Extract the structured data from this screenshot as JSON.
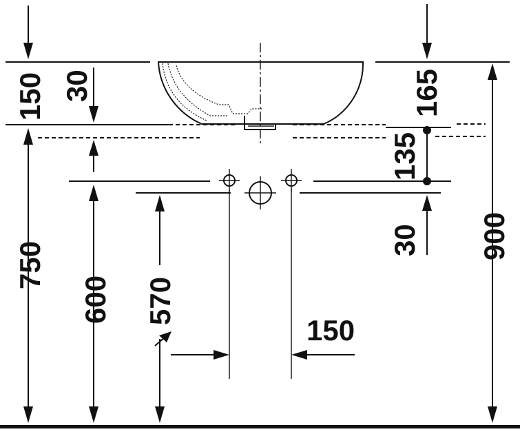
{
  "dimensions": {
    "d150_top": "150",
    "d30_top": "30",
    "d165": "165",
    "d135": "135",
    "d30_right": "30",
    "d750": "750",
    "d600": "600",
    "d570": "570",
    "d900": "900",
    "d150_spacing": "150"
  }
}
